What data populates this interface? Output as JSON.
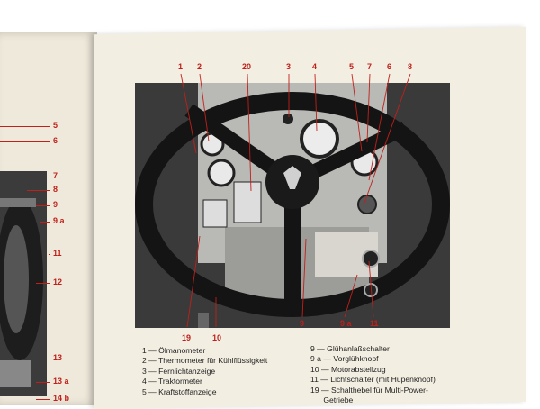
{
  "left_labels": [
    "5",
    "6",
    "7",
    "8",
    "9",
    "9 a",
    "11",
    "12",
    "13",
    "13 a",
    "14 b"
  ],
  "top_labels": [
    "1",
    "2",
    "20",
    "3",
    "4",
    "5",
    "7",
    "6",
    "8"
  ],
  "bottom_labels": [
    "19",
    "10",
    "9",
    "9 a",
    "11"
  ],
  "legend_left": [
    {
      "num": "1",
      "text": "Ölmanometer"
    },
    {
      "num": "2",
      "text": "Thermometer für Kühlflüssigkeit"
    },
    {
      "num": "3",
      "text": "Fernlichtanzeige"
    },
    {
      "num": "4",
      "text": "Traktormeter"
    },
    {
      "num": "5",
      "text": "Kraftstoffanzeige"
    }
  ],
  "legend_right": [
    {
      "num": "9",
      "text": "Glühanlaßschalter"
    },
    {
      "num": "9 a",
      "text": "Vorglühknopf"
    },
    {
      "num": "10",
      "text": "Motorabstellzug"
    },
    {
      "num": "11",
      "text": "Lichtschalter (mit Hupenknopf)"
    },
    {
      "num": "19",
      "text": "Schalthebel für Multi-Power-"
    },
    {
      "num": "",
      "text": "Getriebe"
    }
  ],
  "colors": {
    "label_red": "#c0201a",
    "paper": "#f3eee2",
    "photo_dark": "#2a2a2a"
  }
}
